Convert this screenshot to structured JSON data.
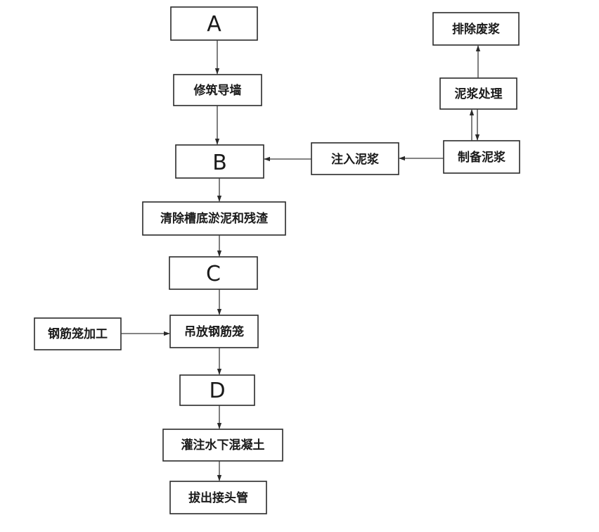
{
  "flowchart": {
    "steps": {
      "A": "A",
      "xiuzhu_daoqiang": "修筑导墙",
      "B": "B",
      "qingchu": "清除槽底淤泥和残渣",
      "C": "C",
      "diaofang": "吊放钢筋笼",
      "D": "D",
      "guanzhu": "灌注水下混凝土",
      "bachu": "拔出接头管"
    },
    "side": {
      "paichu_feijiang": "排除废浆",
      "nijiang_chuli": "泥浆处理",
      "zhibei_nijiang": "制备泥浆",
      "zhuru_nijiang": "注入泥浆",
      "gangjinlong_jiagong": "钢筋笼加工"
    }
  }
}
